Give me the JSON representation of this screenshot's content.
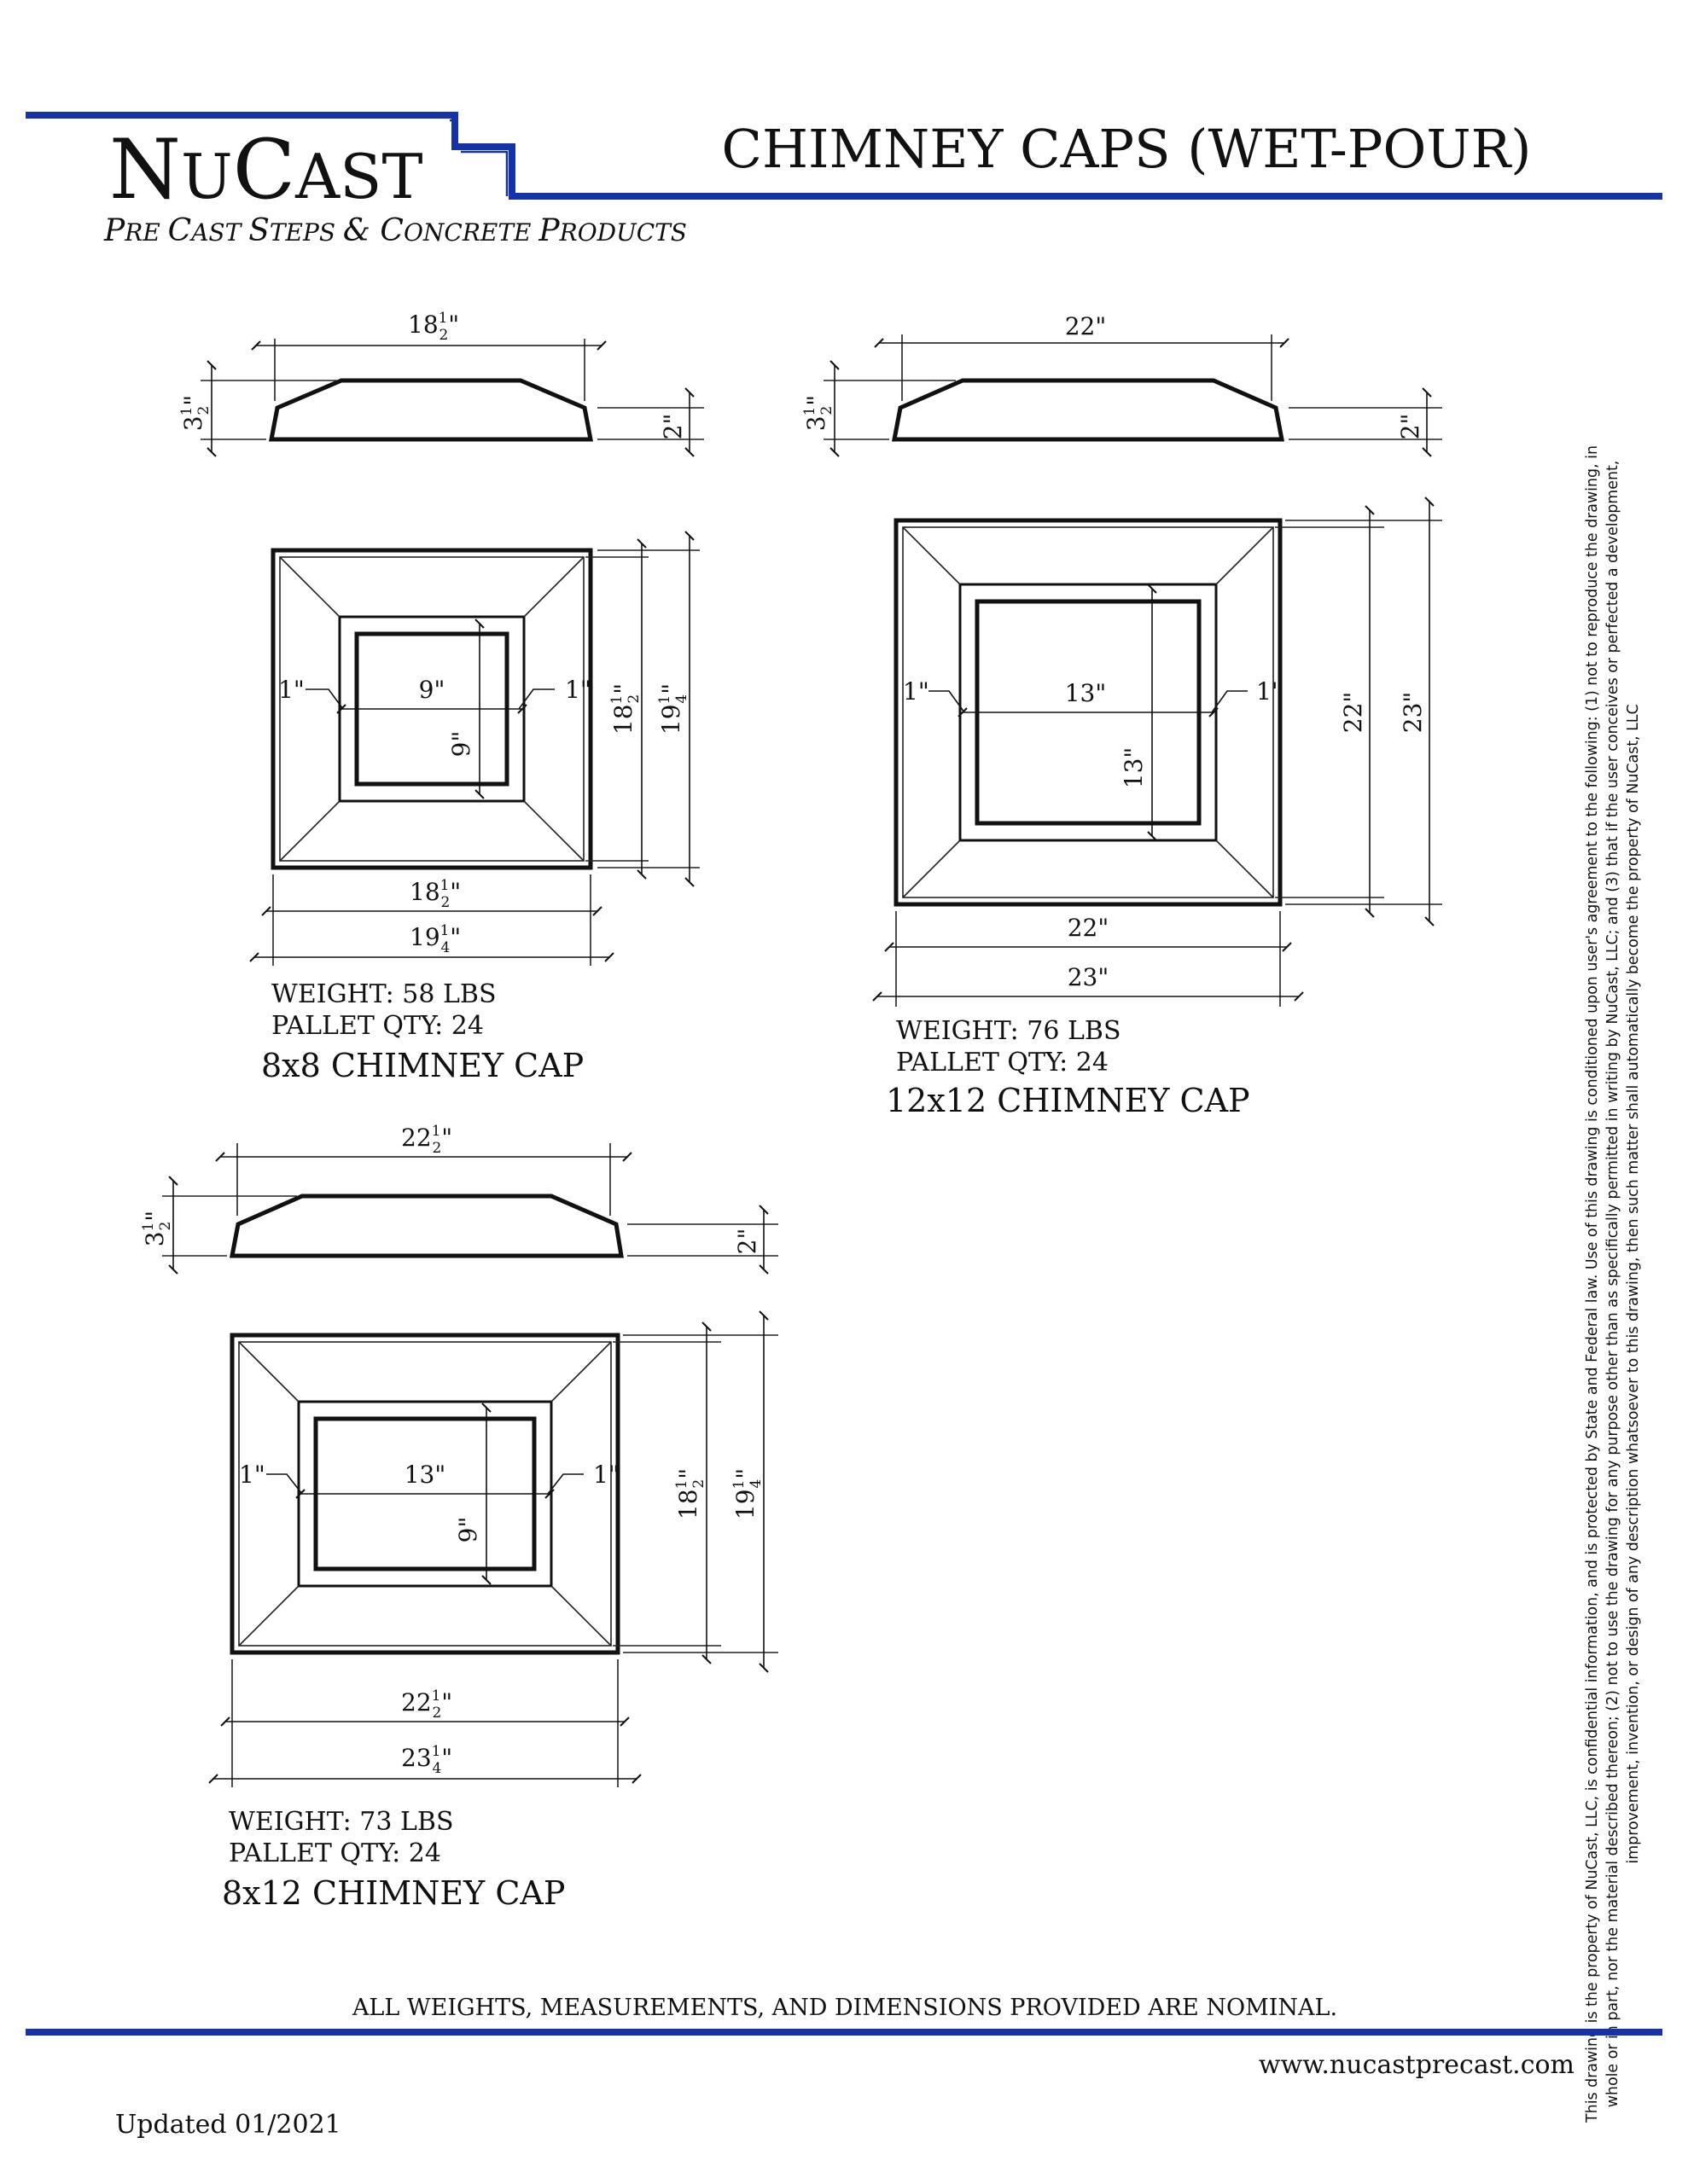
{
  "brand": {
    "logo_first": "N",
    "logo_rest_1": "U",
    "logo_c": "C",
    "logo_rest_2": "AST",
    "tagline_1": "P",
    "tagline_2": "RE ",
    "tagline_3": "C",
    "tagline_4": "AST ",
    "tagline_5": "S",
    "tagline_6": "TEPS ",
    "tagline_7": "& ",
    "tagline_8": "C",
    "tagline_9": "ONCRETE ",
    "tagline_10": "P",
    "tagline_11": "RODUCTS",
    "accent_color": "#1533a6"
  },
  "title": "CHIMNEY CAPS (WET-POUR)",
  "drawings": {
    "cap_8x8": {
      "name": "8x8 CHIMNEY CAP",
      "weight": "WEIGHT: 58 LBS",
      "pallet": "PALLET QTY: 24",
      "side_top_width_whole": "18",
      "side_top_width_frac_num": "1",
      "side_top_width_frac_den": "2",
      "side_height_whole": "3",
      "side_height_frac_num": "1",
      "side_height_frac_den": "2",
      "side_edge": "2\"",
      "opening_w": "9\"",
      "opening_h": "9\"",
      "lip_left": "1\"",
      "lip_right": "1\"",
      "inner_whole": "18",
      "outer_whole": "19",
      "half_num": "1",
      "half_den": "2",
      "quarter_num": "1",
      "quarter_den": "4",
      "inch_mark": "\""
    },
    "cap_12x12": {
      "name": "12x12 CHIMNEY CAP",
      "weight": "WEIGHT: 76 LBS",
      "pallet": "PALLET QTY: 24",
      "side_top_width": "22\"",
      "side_height_whole": "3",
      "side_height_frac_num": "1",
      "side_height_frac_den": "2",
      "side_edge": "2\"",
      "opening_w": "13\"",
      "opening_h": "13\"",
      "lip_left": "1\"",
      "lip_right": "1\"",
      "inner": "22\"",
      "outer": "23\""
    },
    "cap_8x12": {
      "name": "8x12 CHIMNEY CAP",
      "weight": "WEIGHT: 73 LBS",
      "pallet": "PALLET QTY: 24",
      "side_top_width_whole": "22",
      "side_height_whole": "3",
      "side_edge": "2\"",
      "opening_w": "13\"",
      "opening_h": "9\"",
      "lip_left": "1\"",
      "lip_right": "1\"",
      "inner_w_whole": "22",
      "outer_w_whole": "23",
      "inner_h_whole": "18",
      "outer_h_whole": "19",
      "half_num": "1",
      "half_den": "2",
      "quarter_num": "1",
      "quarter_den": "4",
      "inch_mark": "\""
    }
  },
  "note": "ALL WEIGHTS, MEASUREMENTS, AND DIMENSIONS PROVIDED ARE NOMINAL.",
  "website": "www.nucastprecast.com",
  "updated": "Updated 01/2021",
  "legal": {
    "line1": "This drawing is the property of NuCast, LLC, is confidential information, and is protected by State and Federal law.  Use of this drawing is conditioned upon user's agreement to the following: (1) not to reproduce the drawing, in",
    "line2": "whole or in part, nor the material described thereon; (2) not to use the drawing for any purpose other than as specifically permitted in writing by NuCast, LLC; and (3) that if the user conceives or perfected a development,",
    "line3": "improvement, invention, or design of any description whatsoever to this drawing, then such matter shall automatically become the property of NuCast, LLC"
  }
}
